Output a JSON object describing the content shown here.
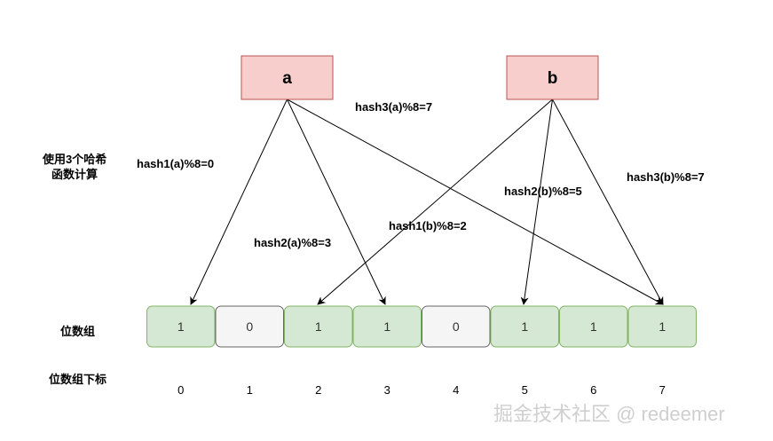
{
  "elements": [
    {
      "id": "a",
      "label": "a"
    },
    {
      "id": "b",
      "label": "b"
    }
  ],
  "bit_array": {
    "values": [
      "1",
      "0",
      "1",
      "1",
      "0",
      "1",
      "1",
      "1"
    ],
    "indices": [
      "0",
      "1",
      "2",
      "3",
      "4",
      "5",
      "6",
      "7"
    ]
  },
  "hash_labels": [
    {
      "text": "hash1(a)%8=0",
      "source": "a",
      "target": 0
    },
    {
      "text": "hash2(a)%8=3",
      "source": "a",
      "target": 3
    },
    {
      "text": "hash3(a)%8=7",
      "source": "a",
      "target": 7
    },
    {
      "text": "hash1(b)%8=2",
      "source": "b",
      "target": 2
    },
    {
      "text": "hash2(b)%8=5",
      "source": "b",
      "target": 5
    },
    {
      "text": "hash3(b)%8=7",
      "source": "b",
      "target": 7
    }
  ],
  "side_labels": {
    "hash_caption_line1": "使用3个哈希",
    "hash_caption_line2": "函数计算",
    "bit_array_label": "位数组",
    "index_label": "位数组下标"
  },
  "watermark": "掘金技术社区 @ redeemer",
  "colors": {
    "element_fill": "#f8cecc",
    "element_stroke": "#b85450",
    "bit_set_fill": "#d5e8d4",
    "bit_set_stroke": "#82b366",
    "bit_unset_fill": "#f5f5f5",
    "bit_unset_stroke": "#666666"
  }
}
